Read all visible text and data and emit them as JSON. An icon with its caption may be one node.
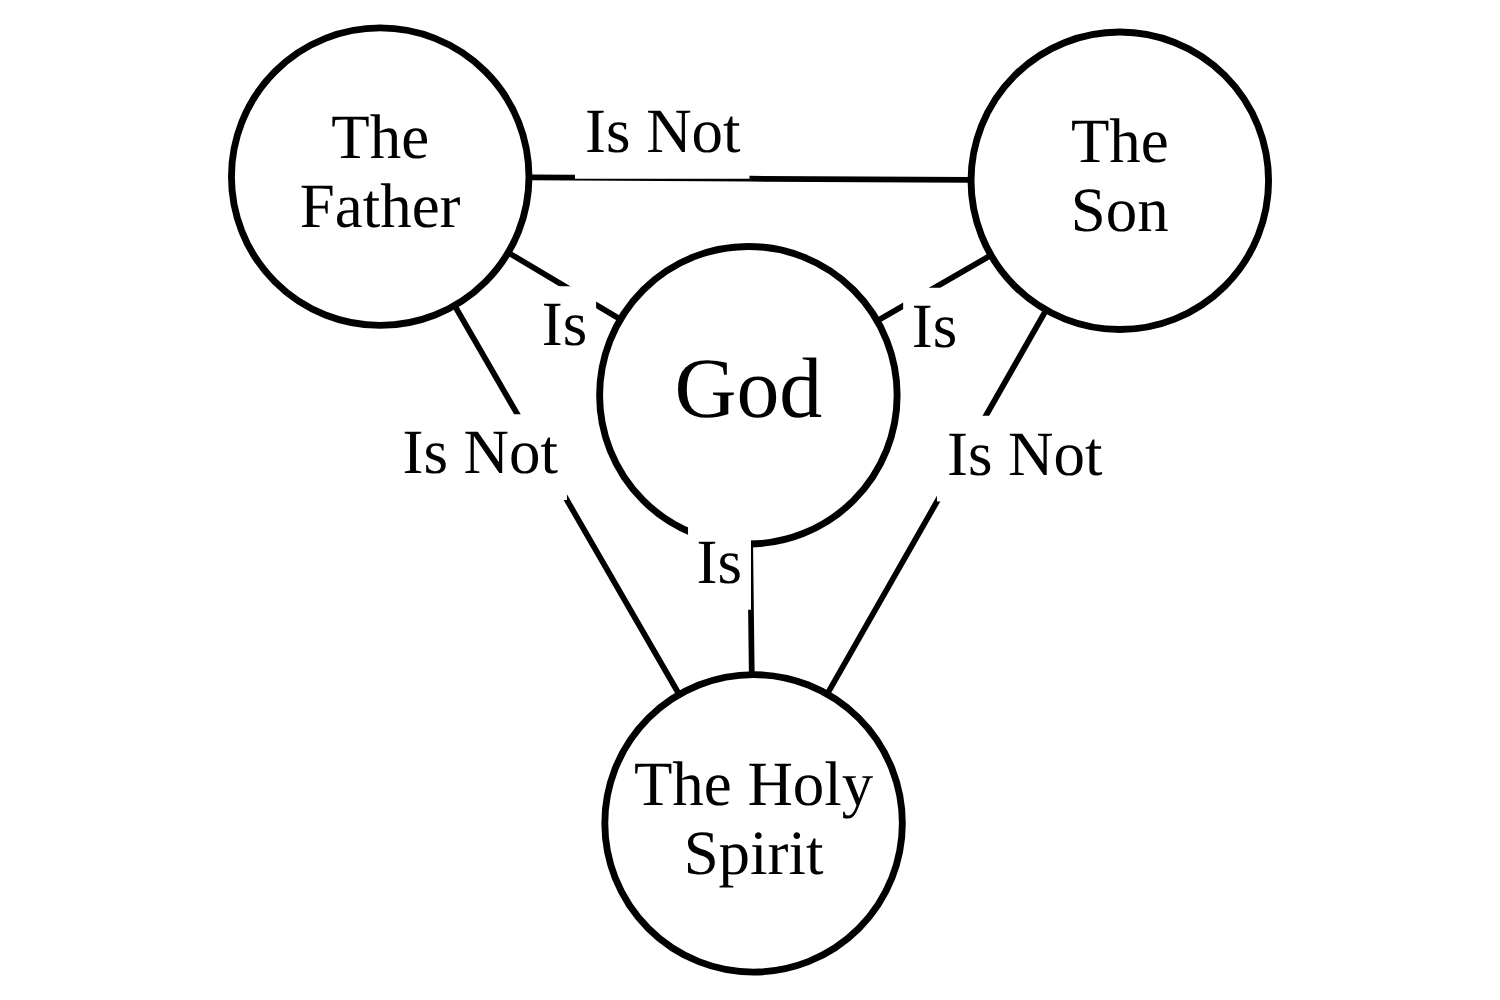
{
  "diagram": {
    "nodes": [
      {
        "text": [
          "The Father"
        ]
      },
      {
        "text": [
          "The Son"
        ]
      },
      {
        "text": [
          "God"
        ]
      },
      {
        "text": [
          "The Holy Spirit"
        ]
      }
    ],
    "edges": [
      {
        "from": 0,
        "to": 1,
        "arrow": "none",
        "label": "Is Not"
      },
      {
        "from": 0,
        "to": 2,
        "arrow": "none",
        "label": "Is"
      },
      {
        "from": 1,
        "to": 2,
        "arrow": "none",
        "label": "Is"
      },
      {
        "from": 0,
        "to": 3,
        "arrow": "none",
        "label": "Is Not"
      },
      {
        "from": 2,
        "to": 3,
        "arrow": "none",
        "label": "Is"
      },
      {
        "from": 1,
        "to": 3,
        "arrow": "none",
        "label": "Is Not"
      }
    ]
  }
}
